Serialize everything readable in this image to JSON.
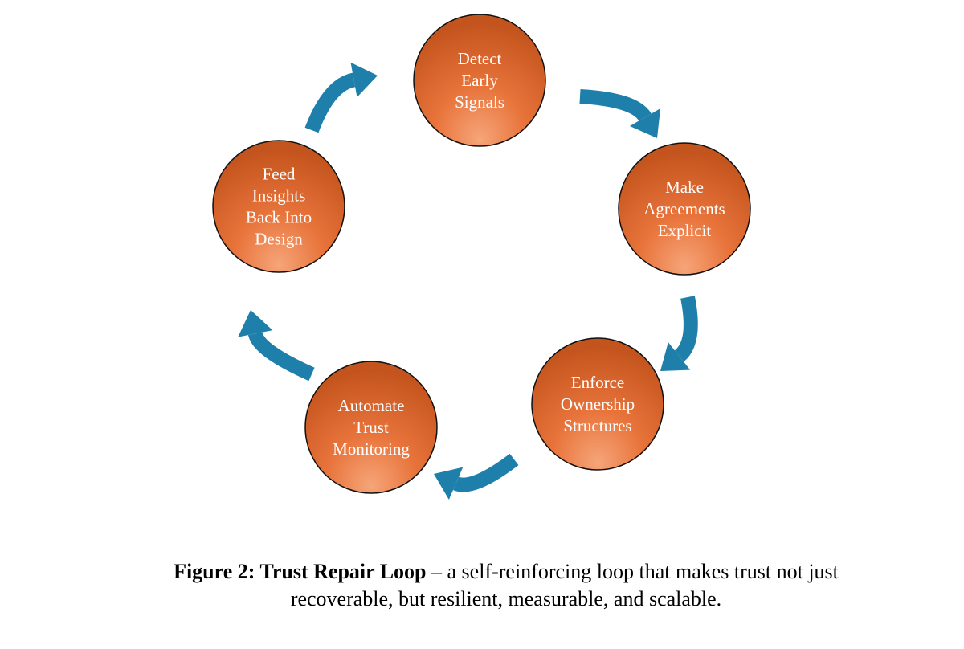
{
  "colors": {
    "node_fill_light": "#f6a57a",
    "node_fill_mid": "#e8743b",
    "node_fill_dark": "#c4541d",
    "node_stroke": "#111111",
    "arrow": "#1f7fab",
    "label_text": "#ffffff"
  },
  "diagram": {
    "type": "cycle",
    "direction": "clockwise",
    "nodes": [
      {
        "id": "detect",
        "lines": [
          "Detect",
          "Early",
          "Signals"
        ]
      },
      {
        "id": "agreements",
        "lines": [
          "Make",
          "Agreements",
          "Explicit"
        ]
      },
      {
        "id": "ownership",
        "lines": [
          "Enforce",
          "Ownership",
          "Structures"
        ]
      },
      {
        "id": "automate",
        "lines": [
          "Automate",
          "Trust",
          "Monitoring"
        ]
      },
      {
        "id": "feed",
        "lines": [
          "Feed",
          "Insights",
          "Back Into",
          "Design"
        ]
      }
    ],
    "edges": [
      {
        "from": "detect",
        "to": "agreements",
        "icon": "curved-arrow-icon"
      },
      {
        "from": "agreements",
        "to": "ownership",
        "icon": "curved-arrow-icon"
      },
      {
        "from": "ownership",
        "to": "automate",
        "icon": "curved-arrow-icon"
      },
      {
        "from": "automate",
        "to": "feed",
        "icon": "curved-arrow-icon"
      },
      {
        "from": "feed",
        "to": "detect",
        "icon": "curved-arrow-icon"
      }
    ]
  },
  "caption": {
    "bold": "Figure 2: Trust Repair Loop",
    "rest": " – a self-reinforcing loop that makes trust not just recoverable, but resilient, measurable, and scalable."
  }
}
